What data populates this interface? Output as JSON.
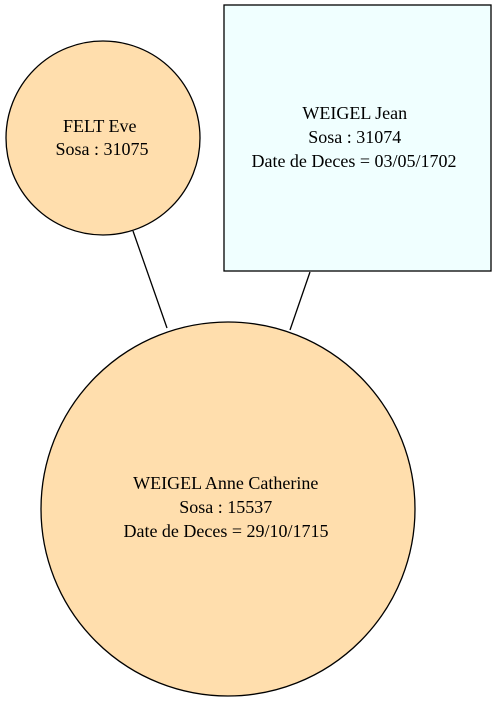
{
  "colors": {
    "female_fill": "#FFDEAD",
    "male_fill": "#F0FFFF",
    "stroke": "#000000",
    "background": "#FFFFFF"
  },
  "nodes": {
    "mother": {
      "shape": "ellipse",
      "lines": [
        "FELT Eve",
        "Sosa : 31075"
      ]
    },
    "father": {
      "shape": "box",
      "lines": [
        "WEIGEL Jean",
        "Sosa : 31074",
        "Date de Deces = 03/05/1702"
      ]
    },
    "child": {
      "shape": "ellipse",
      "lines": [
        "WEIGEL Anne Catherine",
        "Sosa : 15537",
        "Date de Deces = 29/10/1715"
      ]
    }
  },
  "edges": [
    {
      "from": "mother",
      "to": "child"
    },
    {
      "from": "father",
      "to": "child"
    }
  ]
}
